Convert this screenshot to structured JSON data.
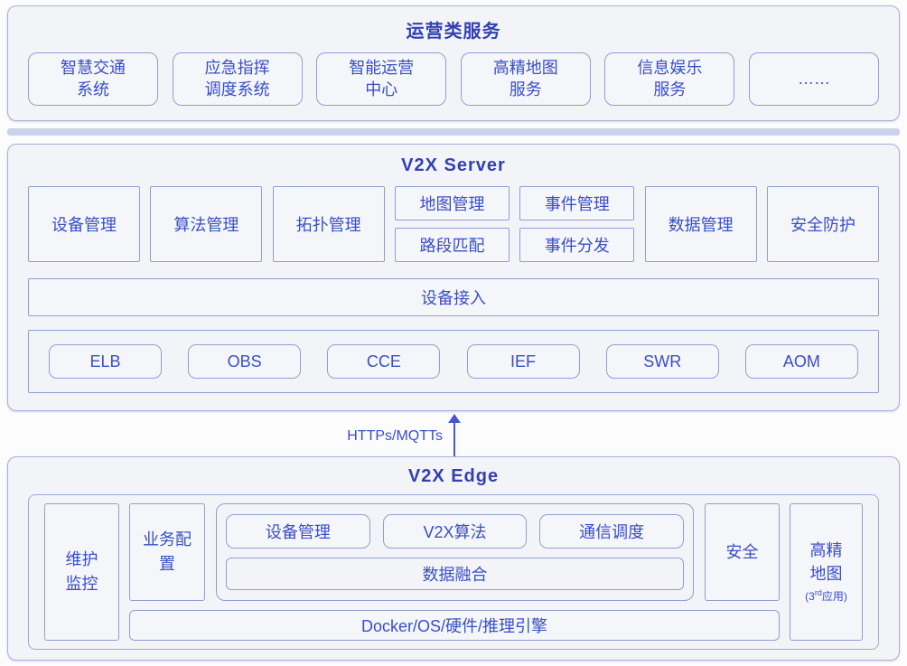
{
  "colors": {
    "accent_text": "#3A4EC5",
    "title_text": "#3340B2",
    "box_border": "#949ECF",
    "panel_border": "#A9B0D8",
    "panel_bg": "#F3F4F8",
    "divider": "#CBD2EB",
    "arrow": "#4A58C7"
  },
  "operations": {
    "title": "运营类服务",
    "items": [
      "智慧交通\n系统",
      "应急指挥\n调度系统",
      "智能运营\n中心",
      "高精地图\n服务",
      "信息娱乐\n服务",
      "……"
    ]
  },
  "server": {
    "title": "V2X Server",
    "modules": [
      "设备管理",
      "算法管理",
      "拓扑管理"
    ],
    "stacked": [
      {
        "top": "地图管理",
        "bottom": "路段匹配"
      },
      {
        "top": "事件管理",
        "bottom": "事件分发"
      }
    ],
    "modules_right": [
      "数据管理",
      "安全防护"
    ],
    "access_label": "设备接入",
    "services": [
      "ELB",
      "OBS",
      "CCE",
      "IEF",
      "SWR",
      "AOM"
    ]
  },
  "connection": {
    "label": "HTTPs/MQTTs"
  },
  "edge": {
    "title": "V2X Edge",
    "maintenance": "维护\n监控",
    "business_config": "业务配\n置",
    "apps": [
      "设备管理",
      "V2X算法",
      "通信调度"
    ],
    "data_fusion": "数据融合",
    "security": "安全",
    "hd_map": {
      "line1": "高精",
      "line2": "地图",
      "note_pre": "(3",
      "note_sup": "rd",
      "note_post": "应用)"
    },
    "platform": "Docker/OS/硬件/推理引擎"
  }
}
